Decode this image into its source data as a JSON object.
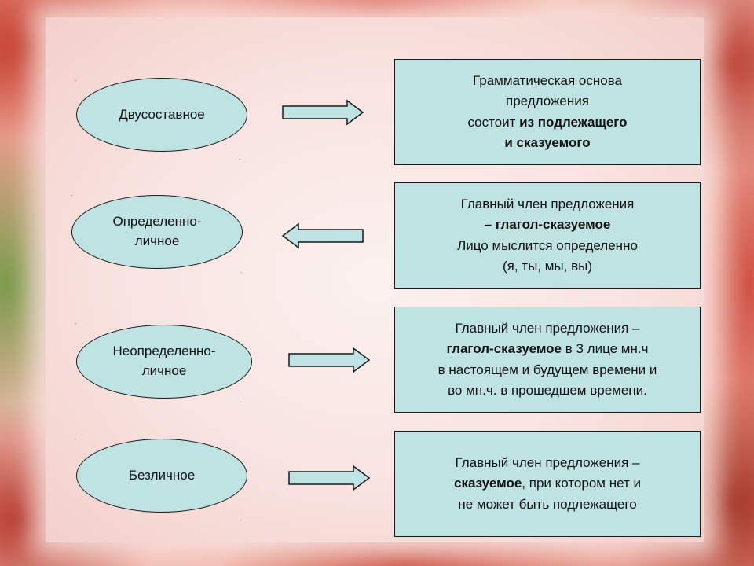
{
  "rows": [
    {
      "oval_line1": "Двусоставное",
      "oval_line2": "",
      "arrow_direction": "right",
      "box_lines": [
        [
          {
            "text": "Грамматическая основа",
            "bold": false
          }
        ],
        [
          {
            "text": "предложения",
            "bold": false
          }
        ],
        [
          {
            "text": "состоит ",
            "bold": false
          },
          {
            "text": "из подлежащего",
            "bold": true
          }
        ],
        [
          {
            "text": "и сказуемого",
            "bold": true
          }
        ]
      ]
    },
    {
      "oval_line1": "Определенно-",
      "oval_line2": "личное",
      "arrow_direction": "left",
      "box_lines": [
        [
          {
            "text": "Главный член предложения",
            "bold": false
          }
        ],
        [
          {
            "text": "– глагол-сказуемое",
            "bold": true
          }
        ],
        [
          {
            "text": "Лицо мыслится определенно",
            "bold": false
          }
        ],
        [
          {
            "text": "(я, ты, мы, вы)",
            "bold": false
          }
        ]
      ]
    },
    {
      "oval_line1": "Неопределенно-",
      "oval_line2": "личное",
      "arrow_direction": "right",
      "box_lines": [
        [
          {
            "text": "Главный член предложения –",
            "bold": false
          }
        ],
        [
          {
            "text": "глагол-сказуемое",
            "bold": true
          },
          {
            "text": " в 3 лице мн.ч",
            "bold": false
          }
        ],
        [
          {
            "text": "в настоящем и будущем времени и",
            "bold": false
          }
        ],
        [
          {
            "text": "во мн.ч. в прошедшем времени.",
            "bold": false
          }
        ]
      ]
    },
    {
      "oval_line1": "Безличное",
      "oval_line2": "",
      "arrow_direction": "right",
      "box_lines": [
        [
          {
            "text": "Главный член предложения –",
            "bold": false
          }
        ],
        [
          {
            "text": "сказуемое",
            "bold": true
          },
          {
            "text": ", при котором нет и",
            "bold": false
          }
        ],
        [
          {
            "text": "не может быть подлежащего",
            "bold": false
          }
        ]
      ]
    }
  ],
  "colors": {
    "shape_fill": "#bfe2e2",
    "shape_border": "#1a1a1a",
    "text": "#111111"
  }
}
